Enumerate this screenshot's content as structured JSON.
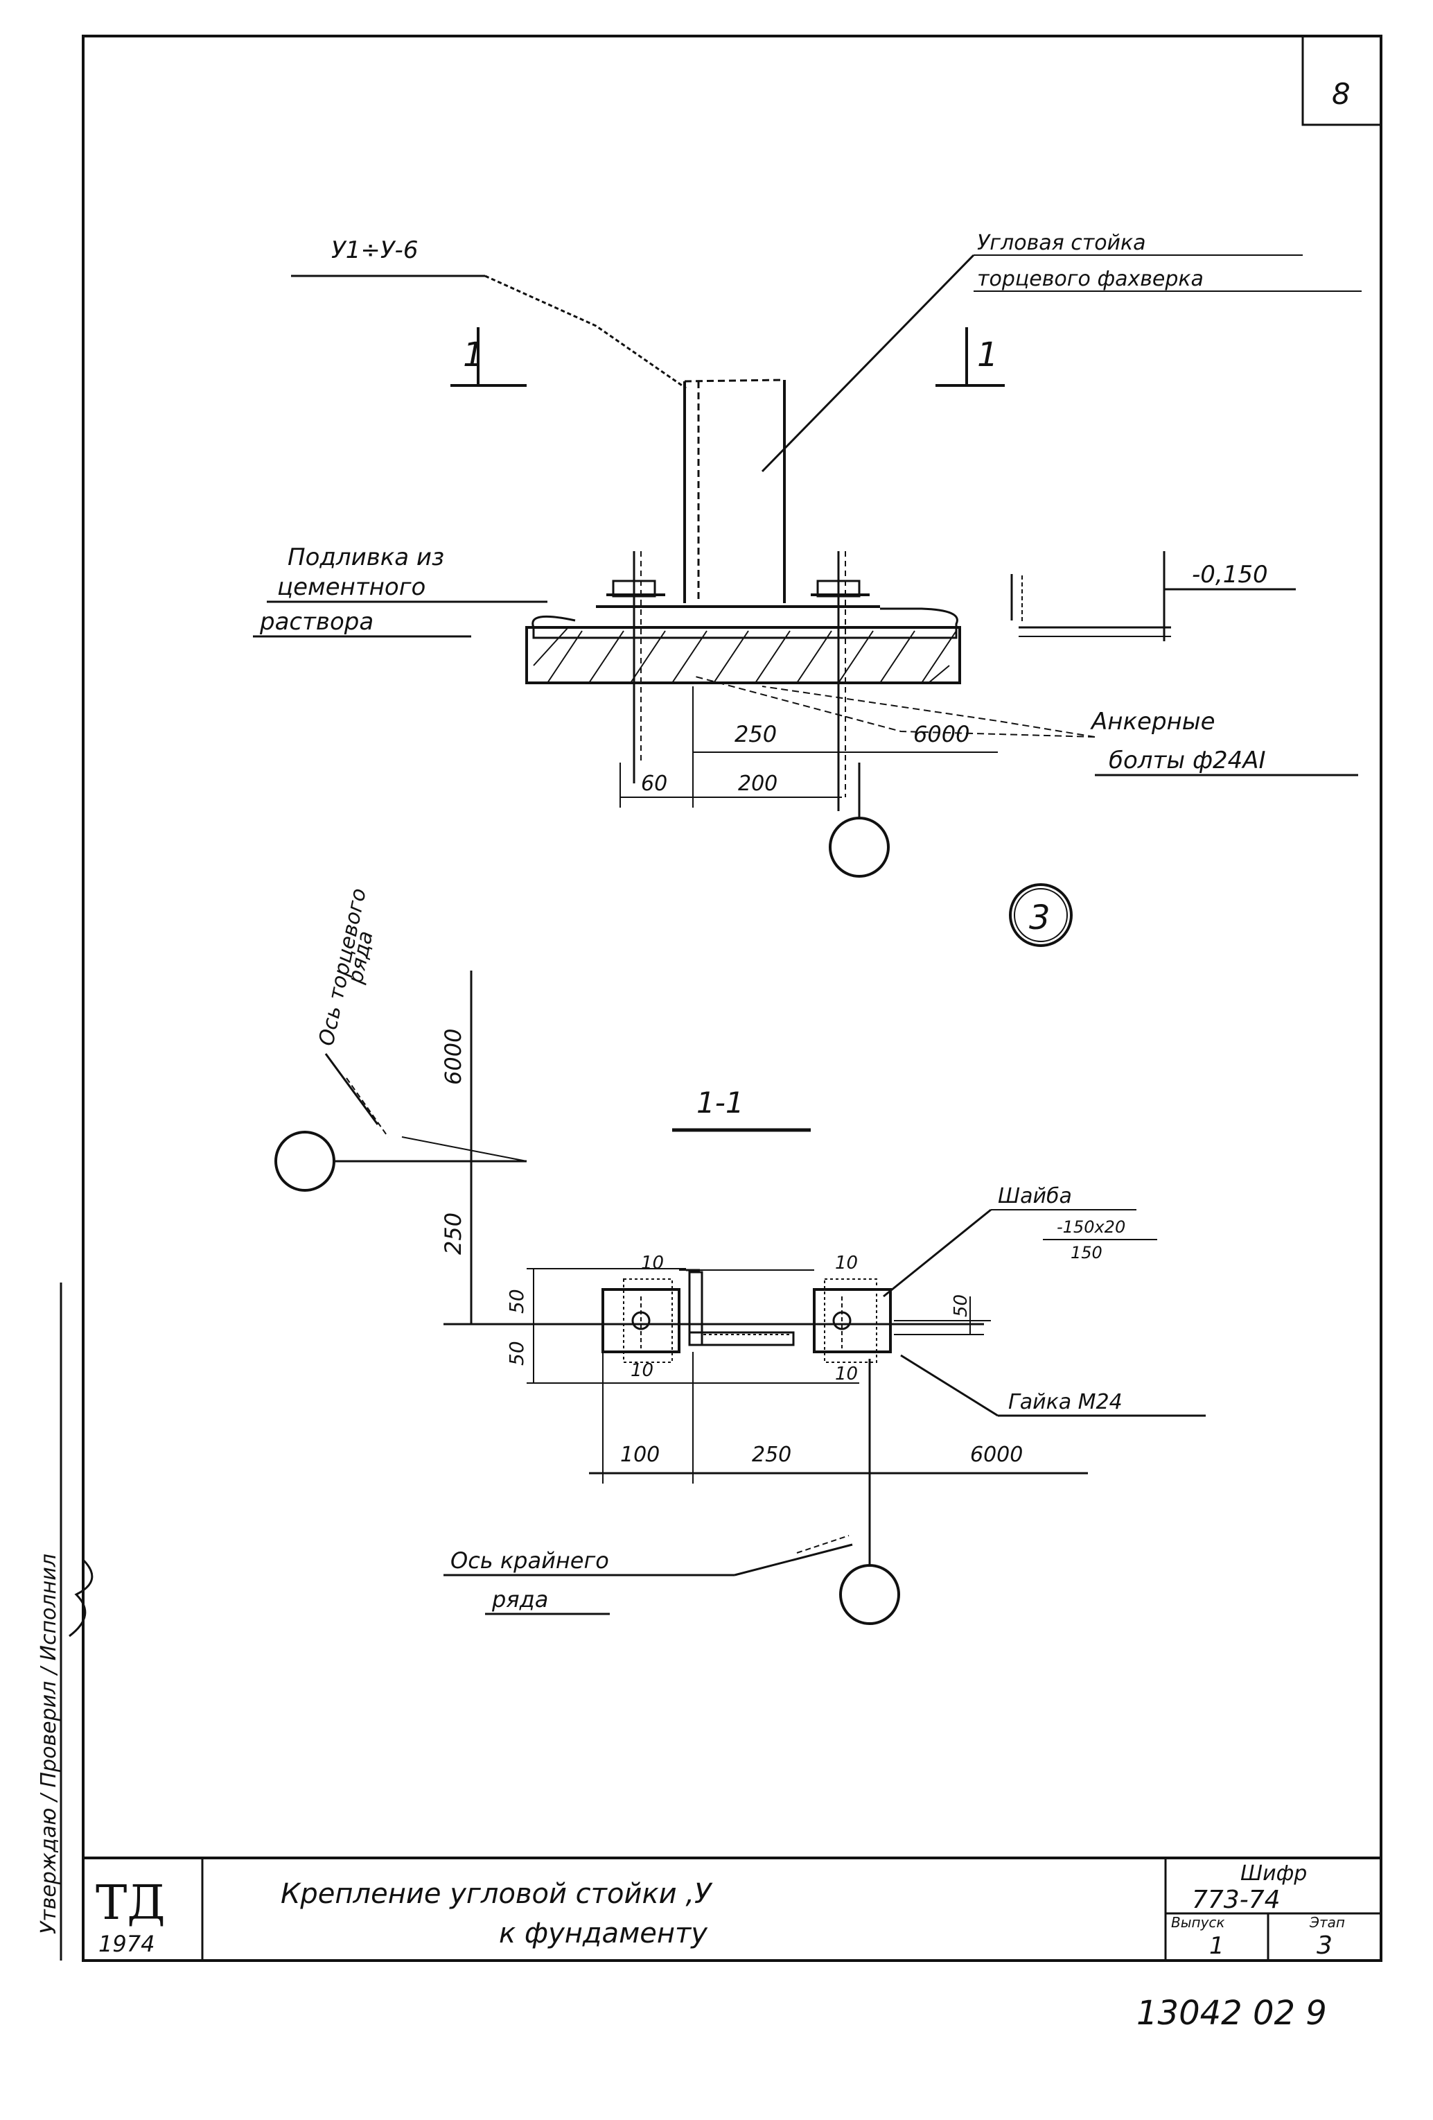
{
  "sheet_number": "8",
  "node_marker": "3",
  "main_view": {
    "column_label": "У1÷У-6",
    "column_note_line1": "Угловая стойка",
    "column_note_line2": "торцевого фахверка",
    "section_mark_left": "1",
    "section_mark_right": "1",
    "grout_line1": "Подливка из",
    "grout_line2": "цементного",
    "grout_line3": "раствора",
    "level_mark": "-0,150",
    "bolts_line1": "Анкерные",
    "bolts_line2": "болты ф24АI",
    "dim_250": "250",
    "dim_6000": "6000",
    "dim_60": "60",
    "dim_200": "200"
  },
  "section_view": {
    "title": "1-1",
    "axis_note_line1": "Ось торцевого",
    "axis_note_line2": "ряда",
    "row_axis_line1": "Ось крайнего",
    "row_axis_line2": "ряда",
    "washer_line1": "Шайба",
    "washer_line2": "-150х20",
    "washer_line3": "150",
    "nut_label": "Гайка М24",
    "dim_vertical_6000": "6000",
    "dim_vertical_250": "250",
    "dim_50_a": "50",
    "dim_50_b": "50",
    "dim_50_c": "50",
    "dim_10_a": "10",
    "dim_10_b": "10",
    "dim_10_c": "10",
    "dim_10_d": "10",
    "dim_100": "100",
    "dim_250": "250",
    "dim_6000": "6000"
  },
  "side_stamp": "Утверждаю / Проверил / Исполнил",
  "title_block": {
    "org_logo": "ТД",
    "year": "1974",
    "title_line1": "Крепление угловой стойки ,У",
    "title_line2": "к фундаменту",
    "code_label": "Шифр",
    "code_value": "773-74",
    "issue_label": "Выпуск",
    "issue_value": "1",
    "sheet_label": "Этап",
    "sheet_value": "3"
  },
  "archive_number": "13042 02 9"
}
